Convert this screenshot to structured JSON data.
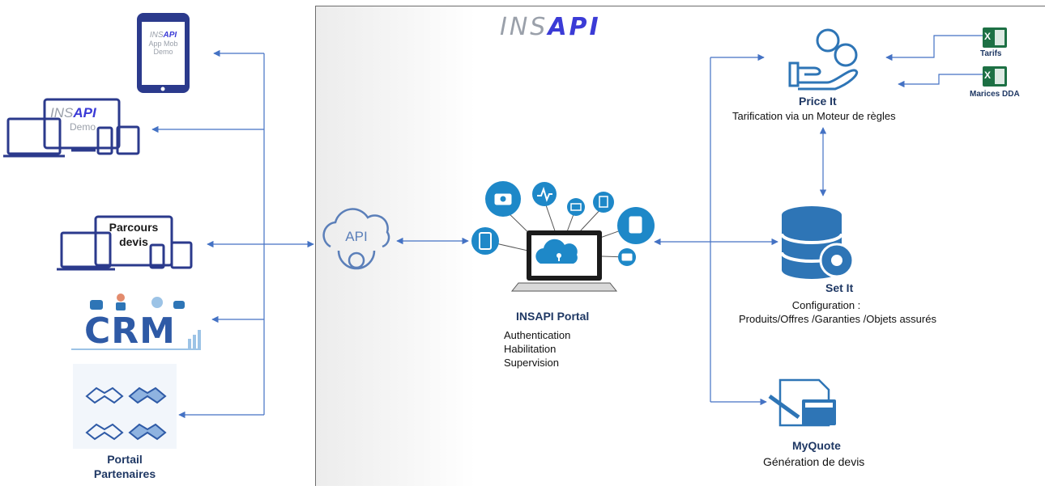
{
  "brand": {
    "title_prefix": "INS",
    "title_suffix": "API",
    "colors": {
      "gray": "#9aa0aa",
      "blue": "#3b3bd6"
    }
  },
  "left_clients": {
    "mobile": {
      "brand_prefix": "INS",
      "brand_suffix": "API",
      "line1": "App Mob",
      "line2": "Demo"
    },
    "web_demo": {
      "brand_prefix": "INS",
      "brand_suffix": "API",
      "line1": "Demo"
    },
    "parcours": {
      "line1": "Parcours",
      "line2": "devis"
    },
    "crm": {
      "label": "CRM"
    },
    "portail": {
      "line1": "Portail",
      "line2": "Partenaires"
    }
  },
  "api_gateway": {
    "label": "API"
  },
  "portal": {
    "title": "INSAPI Portal",
    "features": [
      "Authentication",
      "Habilitation",
      "Supervision"
    ]
  },
  "price_it": {
    "title": "Price It",
    "subtitle": "Tarification via un Moteur de règles",
    "inputs": [
      {
        "badge": "X",
        "label": "Tarifs"
      },
      {
        "badge": "X",
        "label": "Marices DDA"
      }
    ]
  },
  "set_it": {
    "title": "Set It",
    "line1": "Configuration :",
    "line2": "Produits/Offres /Garanties /Objets assurés"
  },
  "myquote": {
    "title": "MyQuote",
    "subtitle": "Génération de devis"
  },
  "icons": [
    "phone-icon",
    "laptop-devices-icon",
    "devices-icon",
    "crm-icon",
    "handshake-icon",
    "api-cloud-gear-icon",
    "laptop-cloud-lock-icon",
    "coins-hand-icon",
    "excel-icon",
    "database-gear-icon",
    "calculator-pen-icon"
  ],
  "palette": {
    "navy": "#1f3864",
    "line": "#4472c4",
    "teal": "#1e88c8",
    "excel": "#1d7044"
  }
}
